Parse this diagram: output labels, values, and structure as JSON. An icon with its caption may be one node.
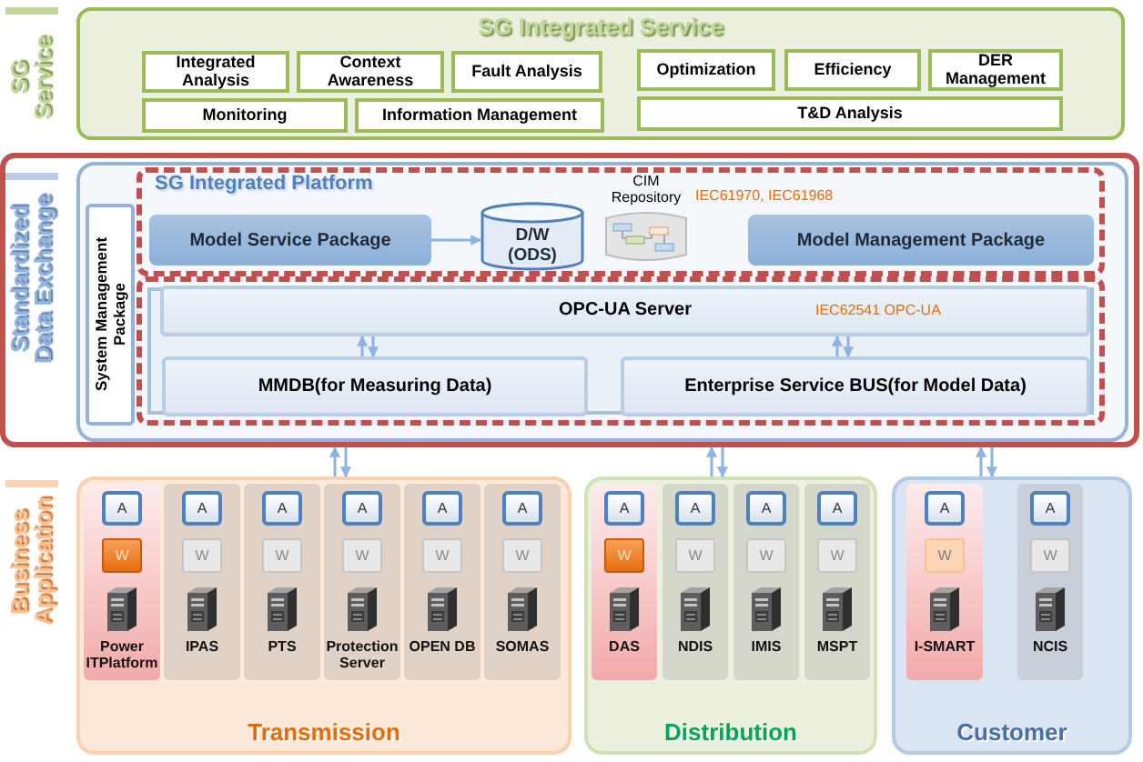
{
  "diagram": {
    "nodes": [
      {
        "text": [
          "SG Integrated Service"
        ]
      },
      {
        "text": [
          "Integrated Analysis"
        ],
        "in": 0
      },
      {
        "text": [
          "Context Awareness"
        ],
        "in": 0
      },
      {
        "text": [
          "Fault Analysis"
        ],
        "in": 0
      },
      {
        "text": [
          "Optimization"
        ],
        "in": 0
      },
      {
        "text": [
          "Efficiency"
        ],
        "in": 0
      },
      {
        "text": [
          "DER Management"
        ],
        "in": 0
      },
      {
        "text": [
          "Monitoring"
        ],
        "in": 0
      },
      {
        "text": [
          "Information Management"
        ],
        "in": 0
      },
      {
        "text": [
          "T&D Analysis"
        ],
        "in": 0
      },
      {
        "text": [
          "Standardized Data Exchange"
        ]
      },
      {
        "text": [],
        "shape": "box",
        "in": 10
      },
      {
        "text": [
          "System Management Package"
        ],
        "in": 11
      },
      {
        "text": [
          "SG Integrated Platform"
        ],
        "in": 11
      },
      {
        "text": [
          "Model Service Package"
        ],
        "in": 13
      },
      {
        "text": [
          "D/W (ODS)"
        ],
        "in": 13
      },
      {
        "text": [
          "CIM Repository"
        ],
        "beside": [
          "IEC61970, IEC61968"
        ],
        "in": 13
      },
      {
        "text": [
          "Model Management Package"
        ],
        "in": 13
      },
      {
        "text": [],
        "shape": "box",
        "in": 11
      },
      {
        "text": [
          "OPC-UA Server",
          "IEC62541 OPC-UA"
        ],
        "in": 18
      },
      {
        "text": [
          "MMDB(for Measuring Data)"
        ],
        "in": 18
      },
      {
        "text": [
          "Enterprise Service BUS(for Model Data)"
        ],
        "in": 18
      },
      {
        "text": [
          "Transmission"
        ]
      },
      {
        "text": [
          "Power ITPlatform"
        ],
        "in": 22
      },
      {
        "text": [
          "A"
        ],
        "in": 23
      },
      {
        "text": [
          "W"
        ],
        "in": 23
      },
      {
        "text": [
          "IPAS"
        ],
        "in": 22
      },
      {
        "text": [
          "A"
        ],
        "in": 26
      },
      {
        "text": [
          "W"
        ],
        "in": 26
      },
      {
        "text": [
          "PTS"
        ],
        "in": 22
      },
      {
        "text": [
          "A"
        ],
        "in": 29
      },
      {
        "text": [
          "W"
        ],
        "in": 29
      },
      {
        "text": [
          "Protection Server"
        ],
        "in": 22
      },
      {
        "text": [
          "A"
        ],
        "in": 32
      },
      {
        "text": [
          "W"
        ],
        "in": 32
      },
      {
        "text": [
          "OPEN DB"
        ],
        "in": 22
      },
      {
        "text": [
          "A"
        ],
        "in": 35
      },
      {
        "text": [
          "W"
        ],
        "in": 35
      },
      {
        "text": [
          "SOMAS"
        ],
        "in": 22
      },
      {
        "text": [
          "A"
        ],
        "in": 38
      },
      {
        "text": [
          "W"
        ],
        "in": 38
      },
      {
        "text": [
          "Distribution"
        ]
      },
      {
        "text": [
          "DAS"
        ],
        "in": 41
      },
      {
        "text": [
          "A"
        ],
        "in": 42
      },
      {
        "text": [
          "W"
        ],
        "in": 42
      },
      {
        "text": [
          "NDIS"
        ],
        "in": 41
      },
      {
        "text": [
          "A"
        ],
        "in": 45
      },
      {
        "text": [
          "W"
        ],
        "in": 45
      },
      {
        "text": [
          "IMIS"
        ],
        "in": 41
      },
      {
        "text": [
          "A"
        ],
        "in": 48
      },
      {
        "text": [
          "W"
        ],
        "in": 48
      },
      {
        "text": [
          "MSPT"
        ],
        "in": 41
      },
      {
        "text": [
          "A"
        ],
        "in": 51
      },
      {
        "text": [
          "W"
        ],
        "in": 51
      },
      {
        "text": [
          "Customer"
        ]
      },
      {
        "text": [
          "I-SMART"
        ],
        "in": 54
      },
      {
        "text": [
          "A"
        ],
        "in": 55
      },
      {
        "text": [
          "W"
        ],
        "in": 55
      },
      {
        "text": [
          "NCIS"
        ],
        "in": 54
      },
      {
        "text": [
          "A"
        ],
        "in": 58
      },
      {
        "text": [
          "W"
        ],
        "in": 58
      }
    ],
    "edges": [
      {
        "from": 14,
        "to": 15,
        "arrow": "to"
      },
      {
        "from": 20,
        "to": 19,
        "arrow": "to"
      },
      {
        "from": 19,
        "to": 20,
        "arrow": "to"
      },
      {
        "from": 21,
        "to": 19,
        "arrow": "to"
      },
      {
        "from": 19,
        "to": 21,
        "arrow": "to"
      },
      {
        "from": 22,
        "to": 10,
        "arrow": "to"
      },
      {
        "from": 10,
        "to": 22,
        "arrow": "to"
      },
      {
        "from": 41,
        "to": 10,
        "arrow": "to"
      },
      {
        "from": 10,
        "to": 41,
        "arrow": "to"
      },
      {
        "from": 54,
        "to": 10,
        "arrow": "to"
      },
      {
        "from": 10,
        "to": 54,
        "arrow": "to"
      }
    ],
    "labels": [
      "SG Service",
      "Business Application"
    ]
  }
}
